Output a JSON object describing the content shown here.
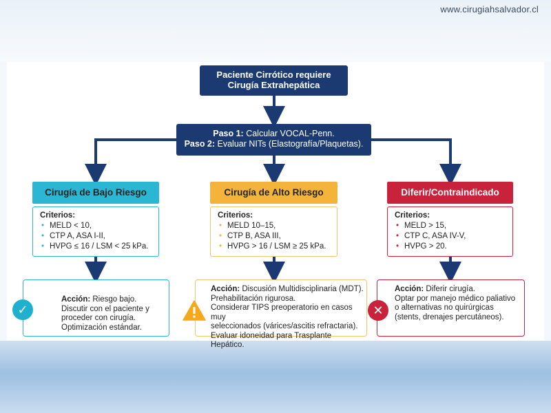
{
  "website": "www.cirugiahsalvador.cl",
  "start": {
    "line1": "Paciente Cirrótico requiere",
    "line2": "Cirugía Extrahepática"
  },
  "steps": {
    "step1_label": "Paso 1:",
    "step1_text": " Calcular VOCAL-Penn.",
    "step2_label": "Paso 2:",
    "step2_text": " Evaluar NITs (Elastografía/Plaquetas)."
  },
  "branches": {
    "low": {
      "header": "Cirugía de Bajo Riesgo",
      "criteria_title": "Criterios:",
      "criteria": [
        "MELD < 10,",
        "CTP A, ASA I-II,",
        "HVPG ≤ 16 / LSM < 25 kPa."
      ],
      "action_label": "Acción:",
      "action_text": " Riesgo bajo. Discutir con el paciente y proceder con cirugía. Optimización estándar.",
      "color": "#2bb6d4",
      "icon": "check-circle-icon"
    },
    "high": {
      "header": "Cirugía de Alto Riesgo",
      "criteria_title": "Criterios:",
      "criteria": [
        "MELD 10–15,",
        "CTP B, ASA III,",
        "HVPG > 16 / LSM ≥ 25 kPa."
      ],
      "action_label": "Acción:",
      "action_lines": [
        " Discusión Multidisciplinaria (MDT).",
        "Prehabilitación rigurosa.",
        "Considerar TIPS preoperatorio en casos muy",
        "seleccionados (várices/ascitis refractaria).",
        "Evaluar idoneidad para Trasplante Hepático."
      ],
      "color": "#f4b43c",
      "icon": "warning-triangle-icon"
    },
    "defer": {
      "header": "Diferir/Contraindicado",
      "criteria_title": "Criterios:",
      "criteria": [
        "MELD > 15,",
        "CTP C, ASA IV-V,",
        "HVPG > 20."
      ],
      "action_label": "Acción:",
      "action_lines": [
        " Diferir cirugía.",
        "Optar por manejo médico paliativo",
        "o alternativas no quirúrgicas",
        "(stents, drenajes percutáneos)."
      ],
      "color": "#c8233a",
      "icon": "x-circle-icon"
    }
  },
  "colors": {
    "dark_navy": "#1c3a72"
  }
}
